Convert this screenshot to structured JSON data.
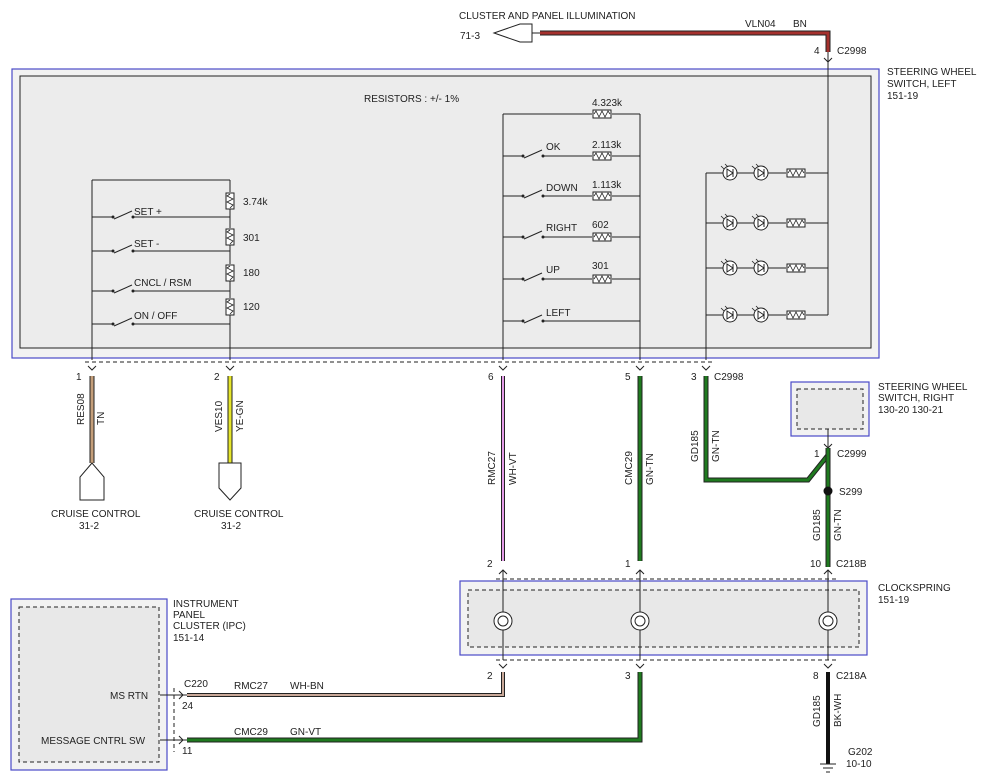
{
  "header": {
    "illum_title": "CLUSTER AND PANEL ILLUMINATION",
    "illum_ref": "71-3",
    "illum_circuit": "VLN04",
    "illum_color": "BN",
    "illum_pin": "4",
    "illum_conn": "C2998"
  },
  "swl": {
    "title_line1": "STEERING WHEEL",
    "title_line2": "SWITCH, LEFT",
    "title_line3": "151-19",
    "resistors_note": "RESISTORS : +/- 1%"
  },
  "cruise_switches": {
    "set_plus": "SET +",
    "set_minus": "SET -",
    "cncl": "CNCL / RSM",
    "onoff": "ON / OFF",
    "r1": "3.74k",
    "r2": "301",
    "r3": "180",
    "r4": "120"
  },
  "msg_switches": {
    "top_r": "4.323k",
    "ok": "OK",
    "ok_r": "2.113k",
    "down": "DOWN",
    "down_r": "1.113k",
    "right": "RIGHT",
    "right_r": "602",
    "up": "UP",
    "up_r": "301",
    "left": "LEFT"
  },
  "wires": {
    "p1": "1",
    "res08": "RES08",
    "tn": "TN",
    "p2": "2",
    "ves10": "VES10",
    "yegn": "YE-GN",
    "p6": "6",
    "rmc27": "RMC27",
    "whvt": "WH-VT",
    "p5": "5",
    "cmc29": "CMC29",
    "gntn": "GN-TN",
    "p3": "3",
    "c2998": "C2998",
    "gd185": "GD185",
    "gntn2": "GN-TN"
  },
  "cruise_ctrl": {
    "label1": "CRUISE CONTROL",
    "ref1": "31-2",
    "label2": "CRUISE CONTROL",
    "ref2": "31-2"
  },
  "swr": {
    "title_line1": "STEERING WHEEL",
    "title_line2": "SWITCH, RIGHT",
    "title_line3": "130-20   130-21",
    "pin1": "1",
    "conn": "C2999",
    "splice": "S299",
    "gd185": "GD185",
    "gntn": "GN-TN"
  },
  "clockspring": {
    "title": "CLOCKSPRING",
    "ref": "151-19",
    "top_pin_a": "2",
    "top_pin_b": "1",
    "top_pin_c": "10",
    "top_conn": "C218B",
    "bot_pin_a": "2",
    "bot_pin_b": "3",
    "bot_pin_c": "8",
    "bot_conn": "C218A"
  },
  "ipc": {
    "title_line1": "INSTRUMENT",
    "title_line2": "PANEL",
    "title_line3": "CLUSTER (IPC)",
    "title_line4": "151-14",
    "ms_rtn": "MS RTN",
    "msg_sw": "MESSAGE CNTRL SW",
    "conn": "C220",
    "pin24": "24",
    "pin11": "11",
    "w1_circuit": "RMC27",
    "w1_color": "WH-BN",
    "w2_circuit": "CMC29",
    "w2_color": "GN-VT"
  },
  "ground": {
    "gd185": "GD185",
    "bkwh": "BK-WH",
    "g202": "G202",
    "ref": "10-10"
  },
  "colors": {
    "bn": "#a5312d",
    "tn": "#c49e7a",
    "yegn": "#e6e62a",
    "gn": "#1f7a1f",
    "whvt": "#e39be8",
    "whbn": "#c9a898",
    "bk": "#111111",
    "frame": "#4a4ac8"
  }
}
